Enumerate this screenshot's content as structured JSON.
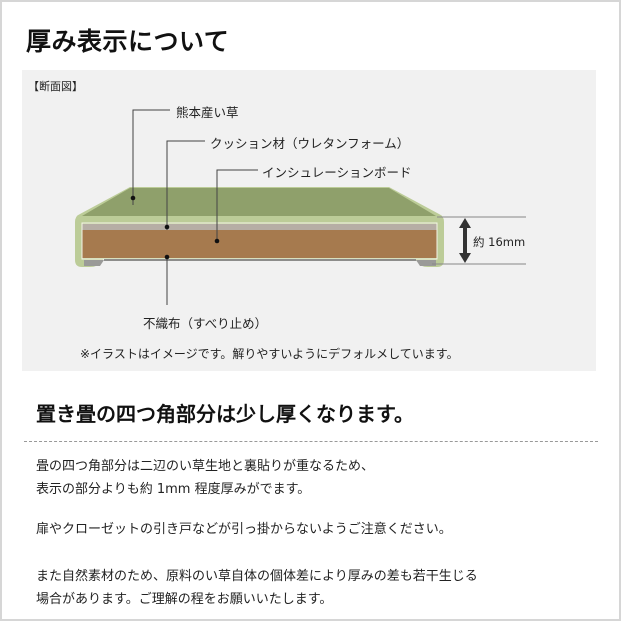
{
  "header": {
    "title": "厚み表示について"
  },
  "diagram": {
    "label": "【断面図】",
    "layers": [
      {
        "name": "熊本産い草",
        "color": "#8fa06b"
      },
      {
        "name": "クッション材（ウレタンフォーム）",
        "color": "#b6aea5"
      },
      {
        "name": "インシュレーションボード",
        "color": "#a67a4e"
      },
      {
        "name": "不織布（すべり止め）",
        "color": "#9a9a98"
      }
    ],
    "edge_color": "#bccc98",
    "dimension": "約 16mm",
    "note": "※イラストはイメージです。解りやすいようにデフォルメしています。"
  },
  "section": {
    "heading": "置き畳の四つ角部分は少し厚くなります。",
    "paragraphs": [
      "畳の四つ角部分は二辺のい草生地と裏貼りが重なるため、",
      "表示の部分よりも約 1mm 程度厚みがでます。",
      "扉やクローゼットの引き戸などが引っ掛からないようご注意ください。",
      "また自然素材のため、原料のい草自体の個体差により厚みの差も若干生じる",
      "場合があります。ご理解の程をお願いいたします。"
    ]
  }
}
